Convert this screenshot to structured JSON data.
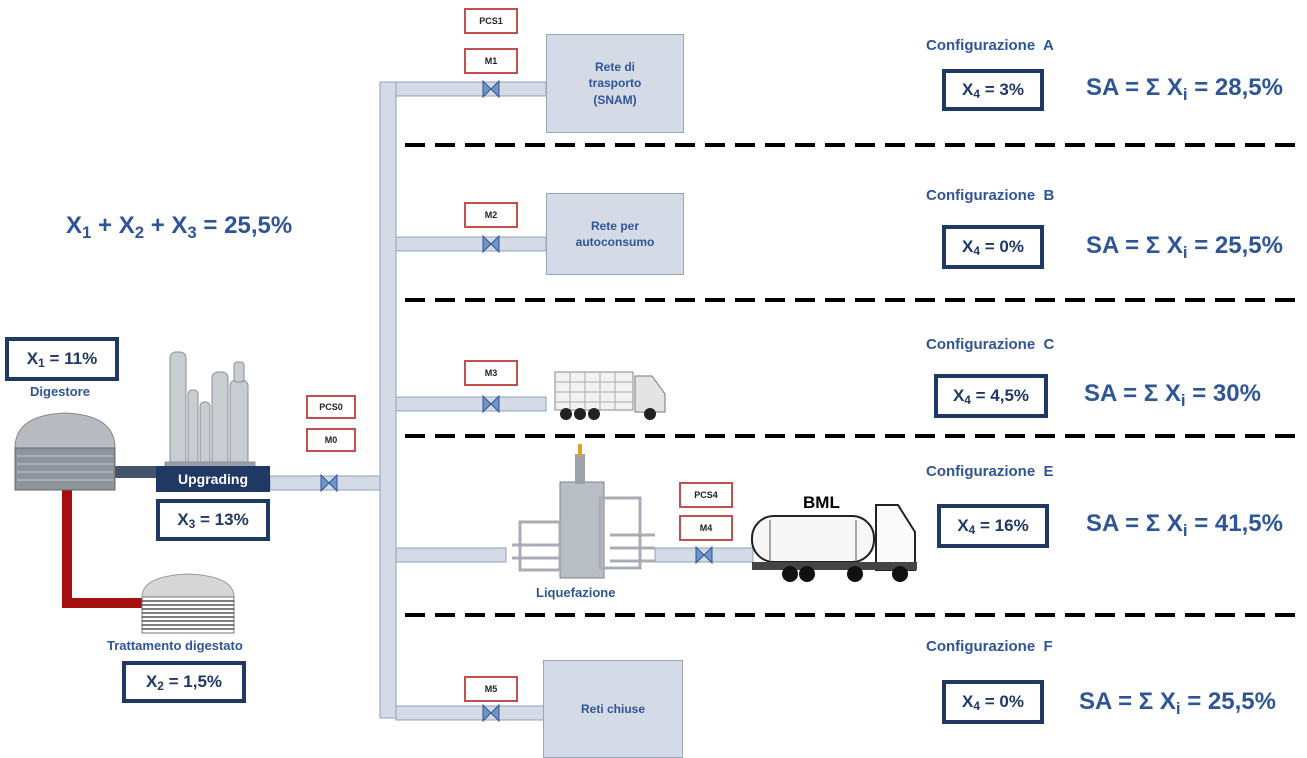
{
  "sum_formula": {
    "x1": "X",
    "s1": "1",
    "p1": " + X",
    "s2": "2",
    "p2": " + X",
    "s3": "3",
    "rest": " = 25,5%"
  },
  "boxes": {
    "x1": {
      "pre": "X",
      "sub": "1",
      "post": " = 11%"
    },
    "x2": {
      "pre": "X",
      "sub": "2",
      "post": " = 1,5%"
    },
    "x3": {
      "pre": "X",
      "sub": "3",
      "post": " = 13%"
    }
  },
  "labels": {
    "digestore": "Digestore",
    "upgrading": "Upgrading",
    "trattamento": "Trattamento digestato",
    "liquefazione": "Liquefazione",
    "bml": "BML"
  },
  "tags": {
    "pcs0": "PCS0",
    "m0": "M0",
    "pcs1": "PCS1",
    "m1": "M1",
    "m2": "M2",
    "m3": "M3",
    "pcs4": "PCS4",
    "m4": "M4",
    "m5": "M5"
  },
  "destinations": {
    "rete_trasporto": "Rete di\ntrasporto\n(SNAM)",
    "rete_autoconsumo": "Rete per\nautoconsumo",
    "reti_chiuse": "Reti chiuse"
  },
  "configurations": [
    {
      "title": "Configurazione  A",
      "x4_pre": "X",
      "x4_sub": "4",
      "x4_post": " = 3%",
      "sa_pre": "SA = Σ X",
      "sa_sub": "i",
      "sa_post": " = 28,5%"
    },
    {
      "title": "Configurazione  B",
      "x4_pre": "X",
      "x4_sub": "4",
      "x4_post": " = 0%",
      "sa_pre": "SA = Σ X",
      "sa_sub": "i",
      "sa_post": " = 25,5%"
    },
    {
      "title": "Configurazione  C",
      "x4_pre": "X",
      "x4_sub": "4",
      "x4_post": " = 4,5%",
      "sa_pre": "SA = Σ X",
      "sa_sub": "i",
      "sa_post": " = 30%"
    },
    {
      "title": "Configurazione  E",
      "x4_pre": "X",
      "x4_sub": "4",
      "x4_post": " = 16%",
      "sa_pre": "SA = Σ X",
      "sa_sub": "i",
      "sa_post": " = 41,5%"
    },
    {
      "title": "Configurazione  F",
      "x4_pre": "X",
      "x4_sub": "4",
      "x4_post": " = 0%",
      "sa_pre": "SA = Σ X",
      "sa_sub": "i",
      "sa_post": " = 25,5%"
    }
  ],
  "colors": {
    "accent": "#2f5597",
    "box_border": "#1f3864",
    "tag_border": "#c0504d",
    "pipe": "#d4dbe6",
    "digestate_pipe": "#a50f0f"
  }
}
